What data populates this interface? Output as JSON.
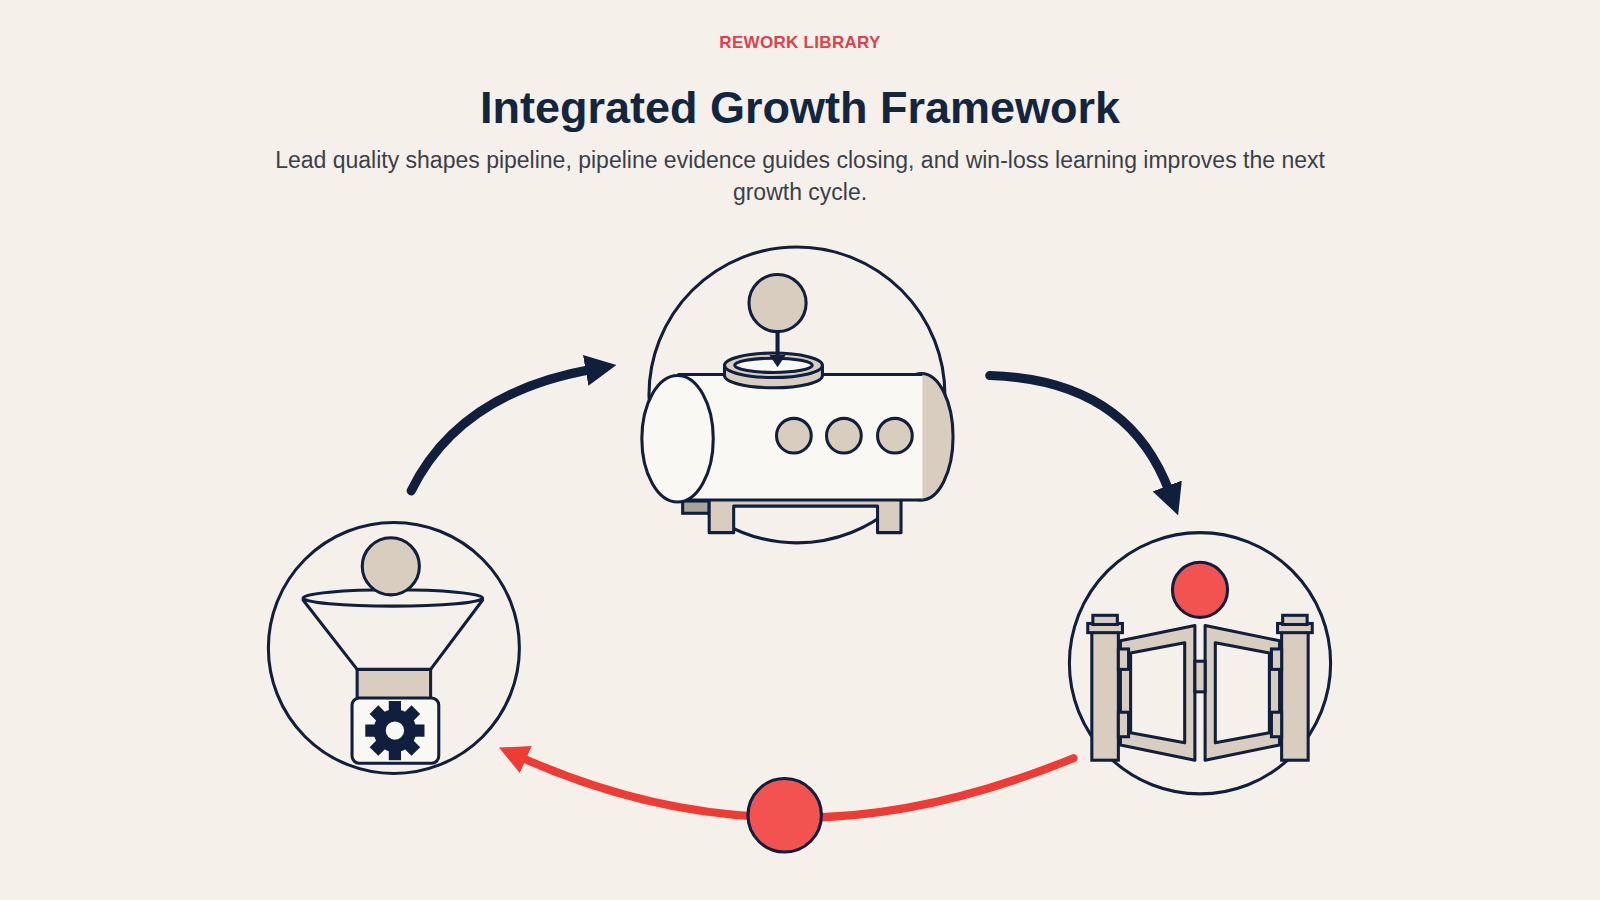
{
  "diagram": {
    "title": "Integrated Growth Framework",
    "caption": "Lead quality shapes pipeline, pipeline evidence guides closing, and win-loss learning improves the next growth cycle.",
    "labels": [
      "REWORK LIBRARY"
    ]
  }
}
